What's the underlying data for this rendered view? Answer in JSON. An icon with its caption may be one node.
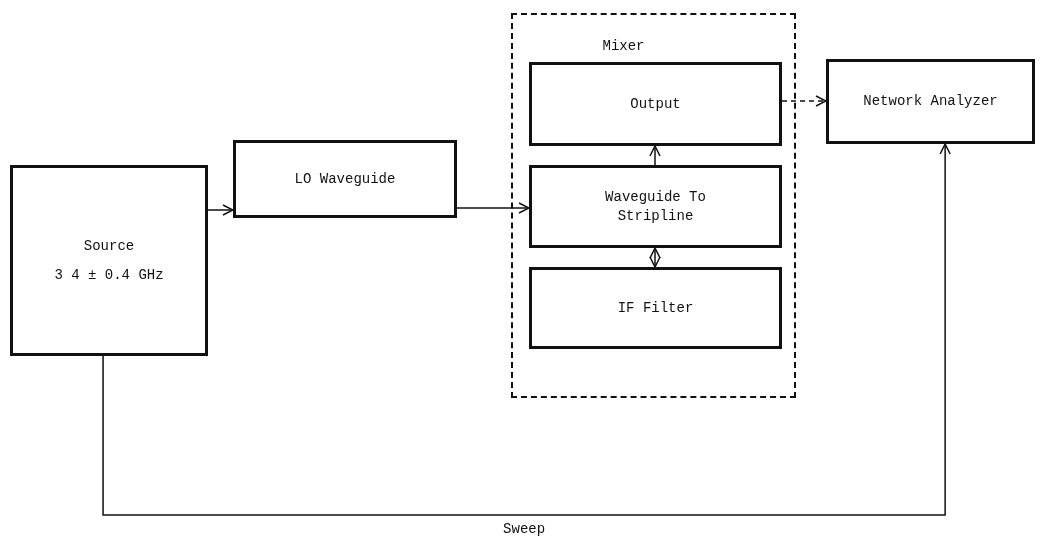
{
  "diagram": {
    "nodes": [
      {
        "text": [
          "Source",
          "3 4 ± 0.4 GHz"
        ]
      },
      {
        "text": [
          "LO Waveguide"
        ]
      },
      {
        "text": [
          "Mixer"
        ]
      },
      {
        "text": [
          "Output"
        ],
        "in": 2
      },
      {
        "text": [
          "Waveguide To Stripline"
        ],
        "in": 2
      },
      {
        "text": [
          "IF Filter"
        ],
        "in": 2
      },
      {
        "text": [
          "Network Analyzer"
        ]
      }
    ],
    "edges": [
      {
        "from": 0,
        "to": 1,
        "arrow": "to"
      },
      {
        "from": 1,
        "to": 4,
        "arrow": "to"
      },
      {
        "from": 4,
        "to": 3,
        "arrow": "to"
      },
      {
        "from": 4,
        "to": 5,
        "arrow": "both"
      },
      {
        "from": 3,
        "to": 6,
        "arrow": "to",
        "style": "dashed"
      },
      {
        "from": 0,
        "to": 6,
        "arrow": "to",
        "label": "Sweep"
      }
    ]
  }
}
